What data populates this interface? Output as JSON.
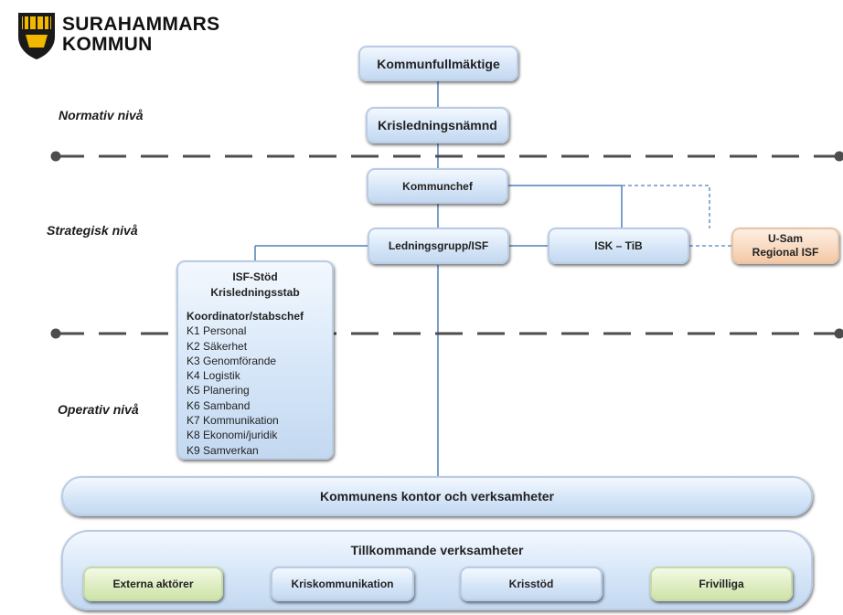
{
  "logo": {
    "line1": "SURAHAMMARS",
    "line2": "KOMMUN",
    "colors": {
      "shield": "#1a1a1a",
      "gold": "#f2b800"
    }
  },
  "levels": {
    "normativ": "Normativ nivå",
    "strategisk": "Strategisk nivå",
    "operativ": "Operativ nivå"
  },
  "boxes": {
    "kommunfullmaktige": "Kommunfullmäktige",
    "krisledningsnamnd": "Krisledningsnämnd",
    "kommunchef": "Kommunchef",
    "ledningsgrupp": "Ledningsgrupp/ISF",
    "isk_tib": "ISK – TiB",
    "usam_line1": "U-Sam",
    "usam_line2": "Regional ISF",
    "isf_stod_title1": "ISF-Stöd",
    "isf_stod_title2": "Krisledningsstab",
    "isf_stod_items": [
      "Koordinator/stabschef",
      "K1 Personal",
      "K2 Säkerhet",
      "K3 Genomförande",
      "K4 Logistik",
      "K5 Planering",
      "K6 Samband",
      "K7 Kommunikation",
      "K8 Ekonomi/juridik",
      "K9 Samverkan"
    ],
    "kommunens_kontor": "Kommunens kontor och verksamheter",
    "tillkommande": "Tillkommande verksamheter",
    "externa": "Externa aktörer",
    "kriskommunikation": "Kriskommunikation",
    "krisstod": "Krisstöd",
    "frivilliga": "Frivilliga"
  },
  "colors": {
    "box_blue": "#d6e6f8",
    "box_green": "#dcecbf",
    "box_peach": "#f8d9bf",
    "connector": "#4f81bd",
    "divider": "#4d4d4d"
  }
}
